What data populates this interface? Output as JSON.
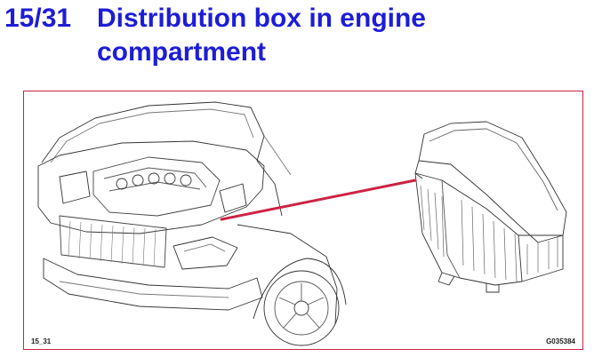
{
  "heading": {
    "number": "15/31",
    "title_line1": "Distribution box in engine",
    "title_line2": "compartment"
  },
  "figure": {
    "caption_left": "15_31",
    "caption_right": "G035384"
  },
  "colors": {
    "heading": "#1d1dd6",
    "frame": "#cc2244",
    "pointer": "#cc2244"
  }
}
